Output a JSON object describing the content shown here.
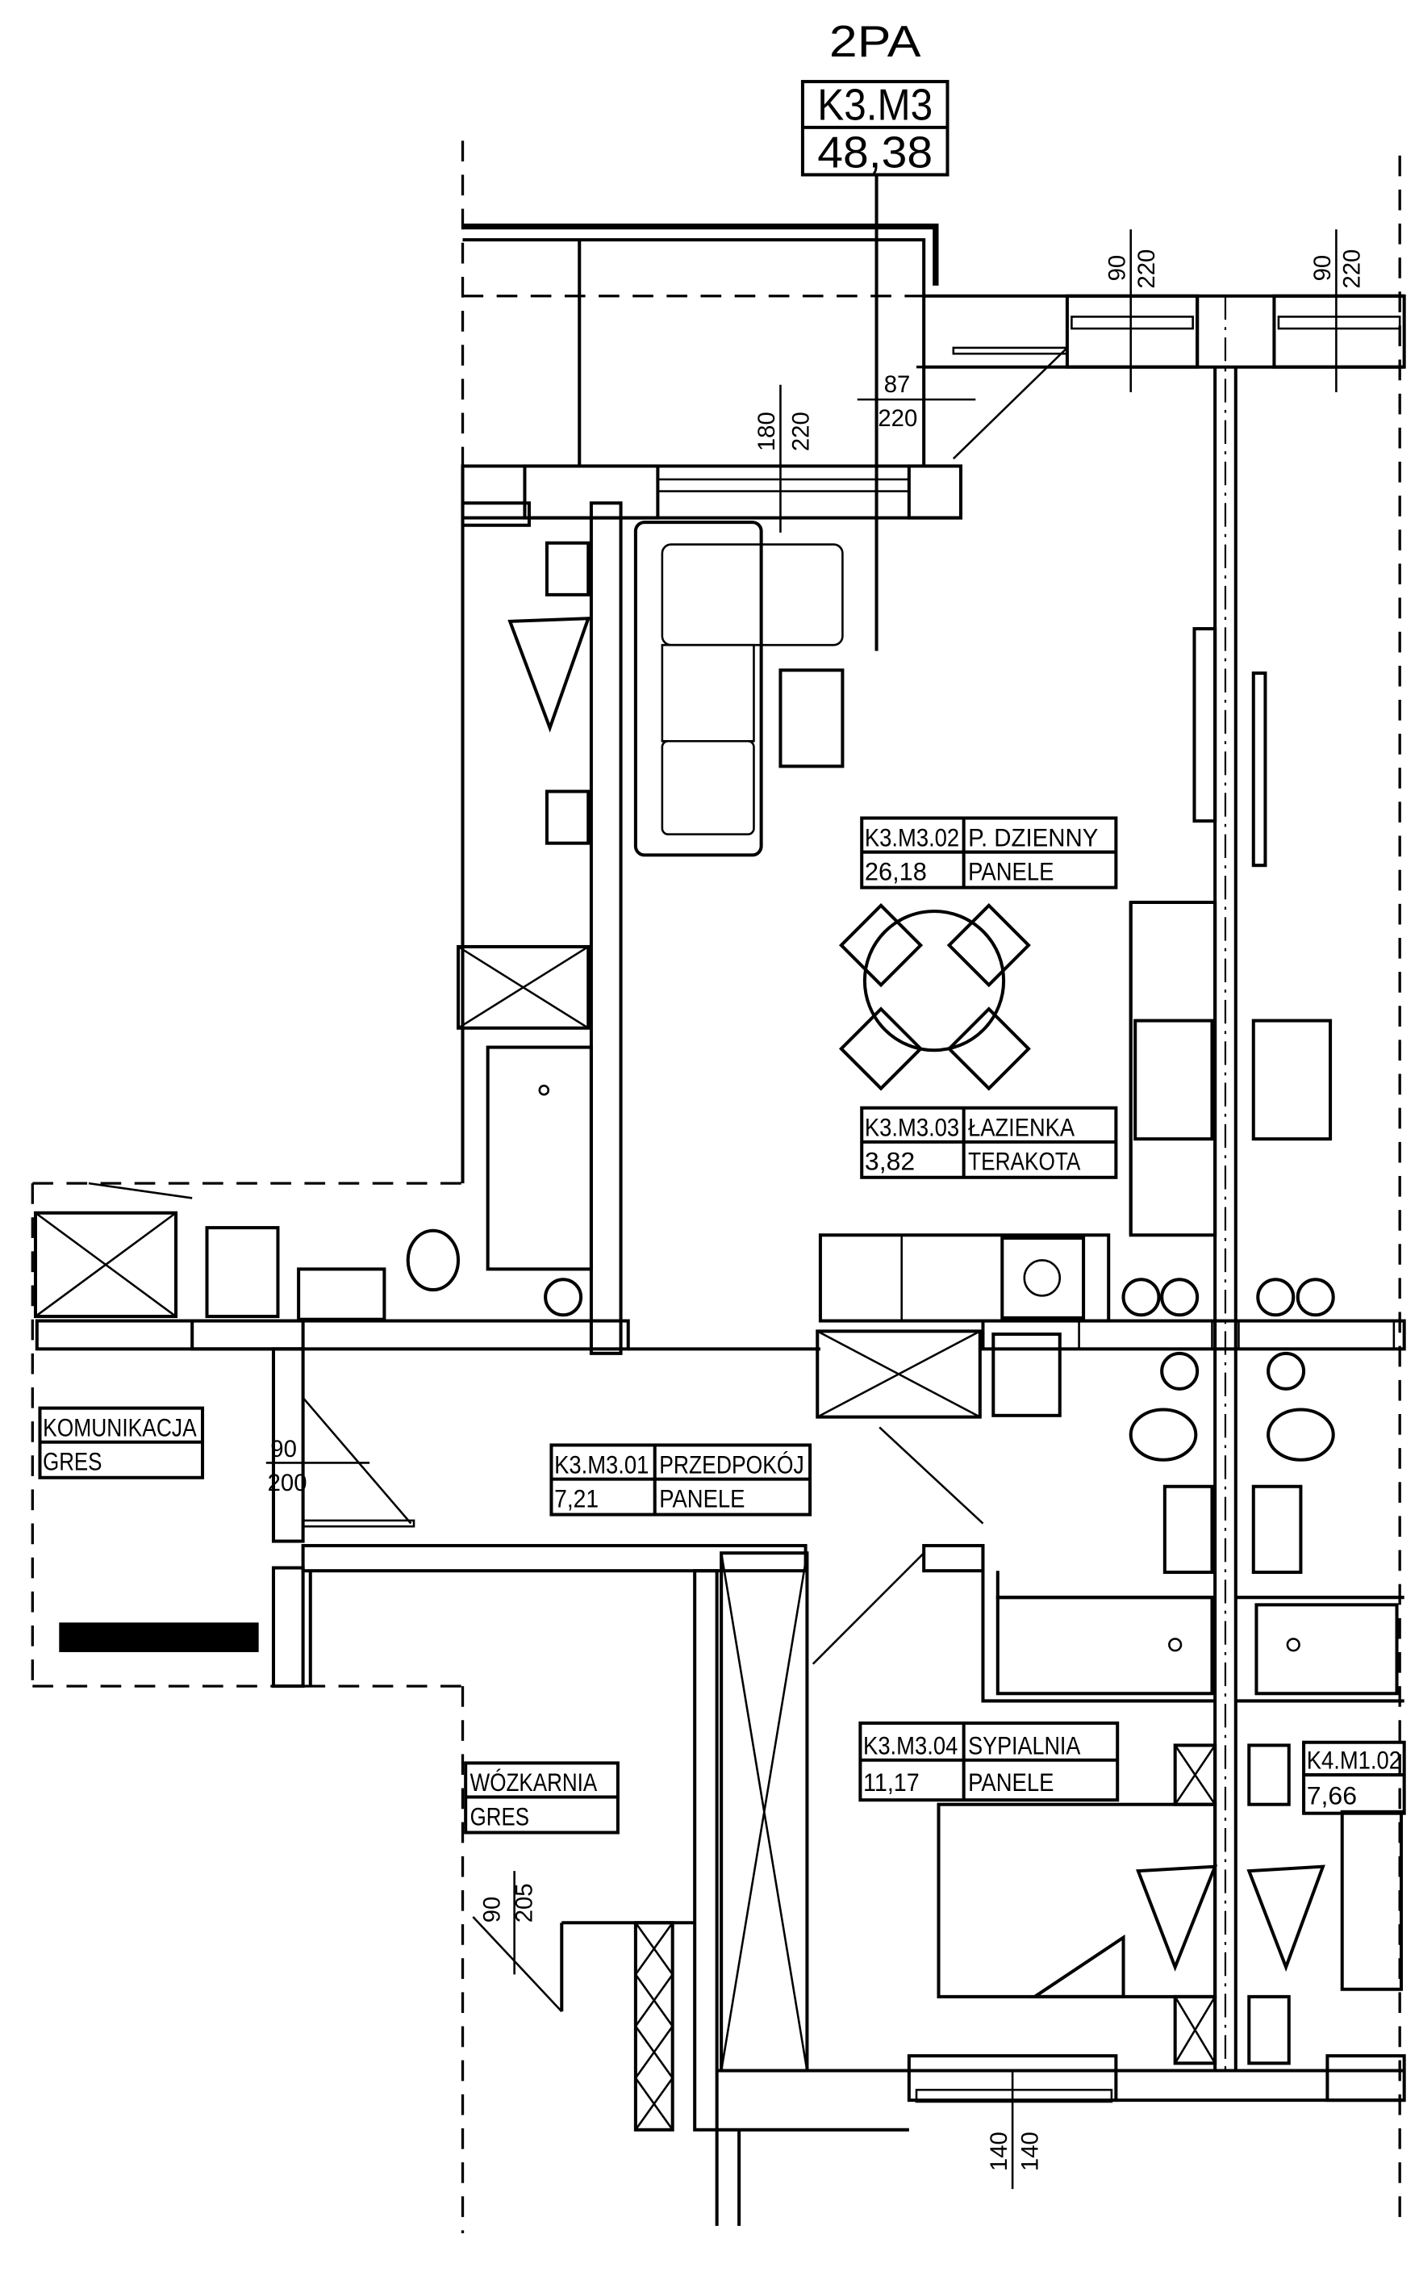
{
  "header": {
    "building_code": "2PA",
    "unit_id": "K3.M3",
    "unit_area": "48,38"
  },
  "dimensions": {
    "entry_door": {
      "width": "87",
      "height": "220"
    },
    "balcony_door": {
      "width": "180",
      "height": "220"
    },
    "window_right_1": {
      "width": "90",
      "height": "220"
    },
    "window_right_2": {
      "width": "90",
      "height": "220"
    },
    "corridor_door": {
      "width": "90",
      "height": "200"
    },
    "stroller_room_door": {
      "width": "90",
      "height": "205"
    },
    "bottom_window_1": "140",
    "bottom_window_2": "140"
  },
  "rooms": [
    {
      "id": "K3.M3.02",
      "name": "P. DZIENNY",
      "area": "26,18",
      "floor": "PANELE"
    },
    {
      "id": "K3.M3.03",
      "name": "ŁAZIENKA",
      "area": "3,82",
      "floor": "TERAKOTA"
    },
    {
      "id": "K3.M3.01",
      "name": "PRZEDPOKÓJ",
      "area": "7,21",
      "floor": "PANELE"
    },
    {
      "id": "K3.M3.04",
      "name": "SYPIALNIA",
      "area": "11,17",
      "floor": "PANELE"
    },
    {
      "id": "K4.M1.02",
      "area": "7,66"
    }
  ],
  "common_areas": [
    {
      "name": "KOMUNIKACJA",
      "floor": "GRES"
    },
    {
      "name": "WÓZKARNIA",
      "floor": "GRES"
    }
  ]
}
